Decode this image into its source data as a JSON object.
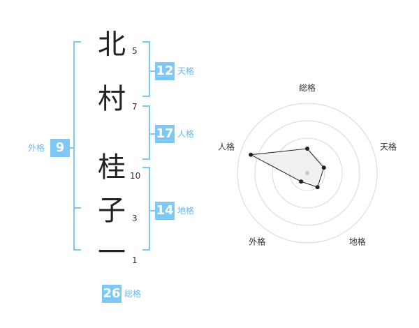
{
  "name": {
    "chars": [
      {
        "char": "北",
        "strokes": "5"
      },
      {
        "char": "村",
        "strokes": "7"
      },
      {
        "char": "桂",
        "strokes": "10"
      },
      {
        "char": "子",
        "strokes": "3"
      },
      {
        "char": "一",
        "strokes": "1"
      }
    ]
  },
  "fortune": {
    "tenkaku": {
      "label": "天格",
      "value": "12"
    },
    "jinkaku": {
      "label": "人格",
      "value": "17"
    },
    "chikaku": {
      "label": "地格",
      "value": "14"
    },
    "gaikaku": {
      "label": "外格",
      "value": "9"
    },
    "soukaku": {
      "label": "総格",
      "value": "26"
    }
  },
  "colors": {
    "accent": "#7ec8f5",
    "bracket": "#7ec8f5",
    "label": "#6ab8ec"
  },
  "chart_data": {
    "type": "radar",
    "axes": [
      "総格",
      "天格",
      "地格",
      "外格",
      "人格"
    ],
    "values": [
      0.35,
      0.25,
      0.25,
      0.15,
      0.85
    ],
    "rings": 4,
    "range": [
      0,
      1
    ]
  }
}
